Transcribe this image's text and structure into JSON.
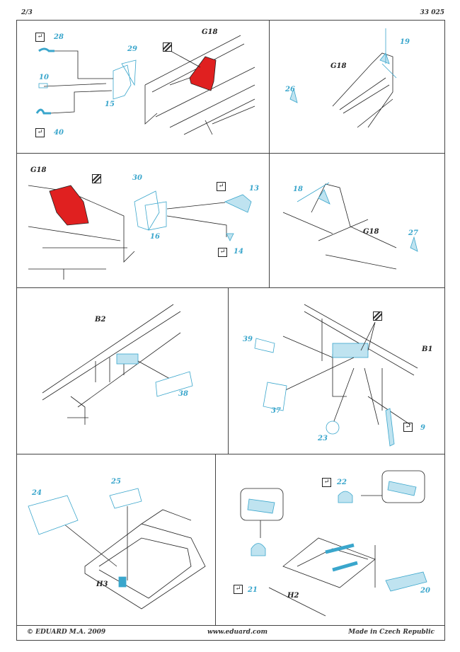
{
  "header": {
    "page": "2/3",
    "kit": "33 025"
  },
  "footer": {
    "copyright": "© EDUARD  M.A. 2009",
    "url": "www.eduard.com",
    "origin": "Made in Czech Republic"
  },
  "colors": {
    "part": "#3aa6cc",
    "paint": "#e02020"
  },
  "panels": {
    "p1": {
      "ref": "G18",
      "parts": [
        "28",
        "29",
        "10",
        "15",
        "40"
      ]
    },
    "p2": {
      "ref": "G18",
      "parts": [
        "19",
        "26"
      ]
    },
    "p3": {
      "ref": "G18",
      "parts": [
        "30",
        "13",
        "16",
        "14"
      ]
    },
    "p4": {
      "ref": "G18",
      "parts": [
        "18",
        "27"
      ]
    },
    "p5": {
      "ref": "B2",
      "parts": [
        "38"
      ]
    },
    "p6": {
      "ref": "B1",
      "parts": [
        "39",
        "37",
        "23",
        "9"
      ]
    },
    "p7": {
      "ref": "H3",
      "parts": [
        "24",
        "25"
      ]
    },
    "p8": {
      "ref": "H2",
      "parts": [
        "22",
        "21",
        "20"
      ]
    }
  },
  "icons": {
    "remove": "remove-part-icon",
    "etch": "photo-etch-icon"
  }
}
